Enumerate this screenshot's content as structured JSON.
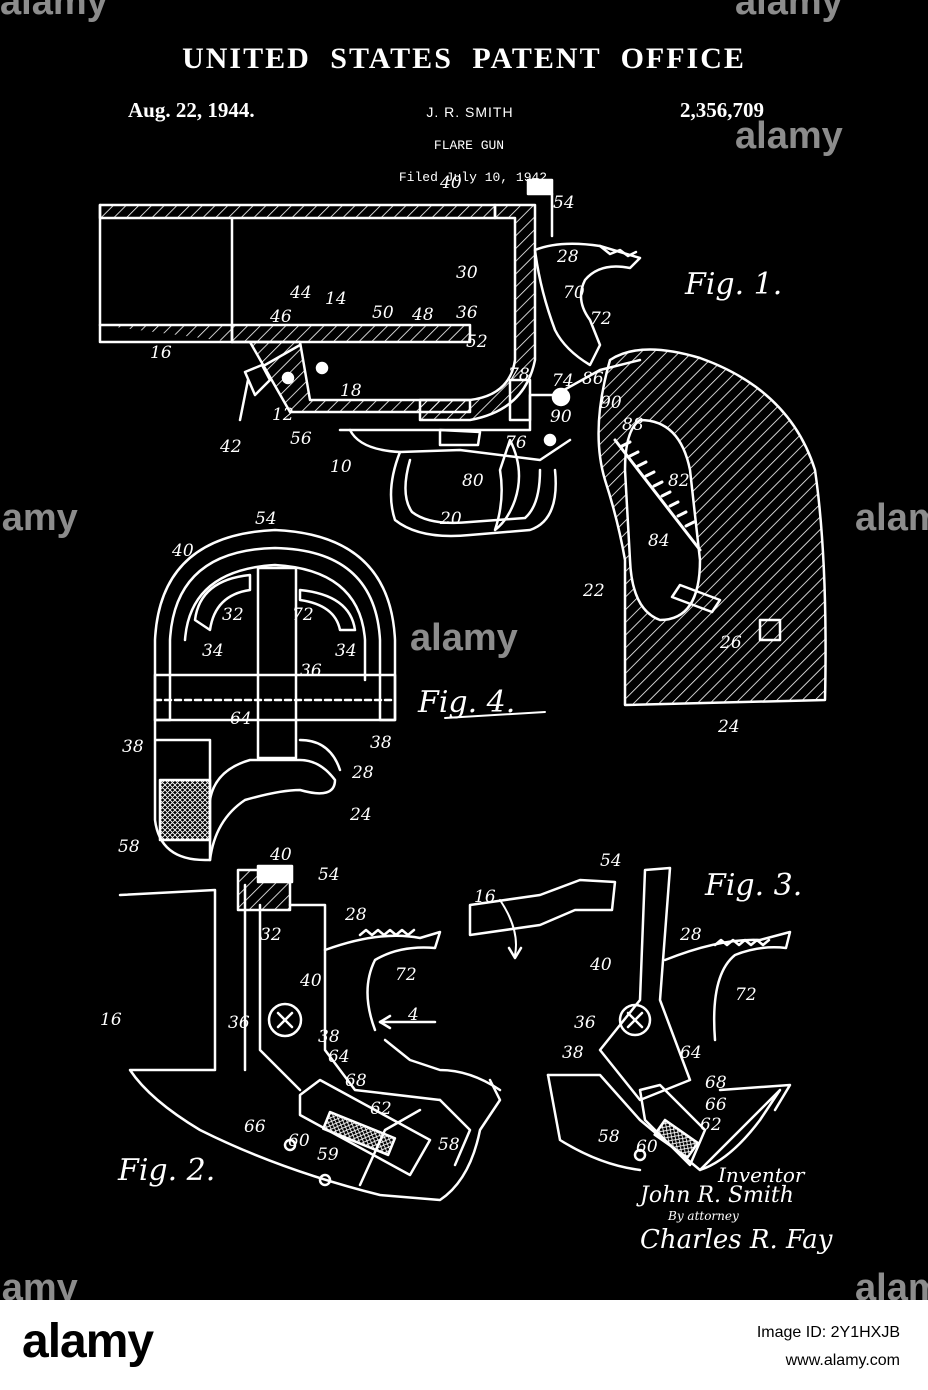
{
  "header": {
    "title": "UNITED STATES PATENT OFFICE",
    "date": "Aug. 22, 1944.",
    "inventor_short": "J. R. SMITH",
    "patent_number": "2,356,709",
    "subtitle": "FLARE GUN",
    "filed": "Filed July 10, 1942"
  },
  "figures": {
    "fig1": "Fig. 1.",
    "fig2": "Fig. 2.",
    "fig3": "Fig. 3.",
    "fig4": "Fig. 4."
  },
  "fig1_labels": [
    "40",
    "54",
    "28",
    "30",
    "70",
    "72",
    "36",
    "14",
    "44",
    "46",
    "50",
    "48",
    "52",
    "16",
    "18",
    "12",
    "56",
    "42",
    "10",
    "78",
    "74",
    "86",
    "90",
    "90",
    "88",
    "76",
    "80",
    "82",
    "84",
    "20",
    "22",
    "26",
    "24"
  ],
  "fig4_labels": [
    "54",
    "40",
    "32",
    "72",
    "34",
    "34",
    "36",
    "64",
    "38",
    "38",
    "28",
    "58",
    "24"
  ],
  "fig2_labels": [
    "40",
    "54",
    "32",
    "28",
    "16",
    "40",
    "36",
    "38",
    "4",
    "72",
    "64",
    "68",
    "66",
    "62",
    "60",
    "59",
    "58"
  ],
  "fig3_labels": [
    "54",
    "16",
    "28",
    "40",
    "72",
    "36",
    "38",
    "64",
    "68",
    "66",
    "62",
    "58",
    "60"
  ],
  "signature": {
    "role": "Inventor",
    "name": "John R. Smith",
    "by": "By attorney",
    "attorney": "Charles R. Fay"
  },
  "watermark": {
    "text": "alamy"
  },
  "footer": {
    "logo": "alamy",
    "image_id": "Image ID: 2Y1HXJB",
    "url": "www.alamy.com"
  }
}
